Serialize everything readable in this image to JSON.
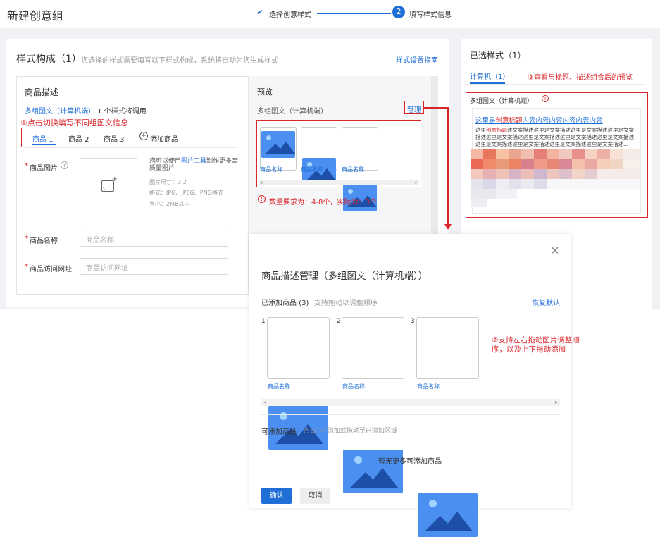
{
  "header": {
    "title": "新建创意组",
    "steps": [
      {
        "label": "选择创意样式",
        "state": "done"
      },
      {
        "label": "填写样式信息",
        "state": "active",
        "number": "2"
      }
    ]
  },
  "style_section": {
    "title": "样式构成（1）",
    "hint": "您选择的样式需要填写以下样式构成，系统将自动为您生成样式",
    "guide_link": "样式设置指南"
  },
  "desc_panel": {
    "title": "商品描述",
    "style_link": "多组图文（计算机端）",
    "style_suffix": "1 个样式将调用",
    "annotation": "①点击切换填写不同组图文信息",
    "tabs": [
      "商品 1",
      "商品 2",
      "商品 3"
    ],
    "add_label": "添加商品",
    "image_label": "商品图片",
    "image_tip_prefix": "您可以使用",
    "image_tip_link": "图片工具",
    "image_tip_suffix": "制作更多高质量图片",
    "image_size": "图片尺寸：3:2",
    "image_format": "格式：JPG、JPEG、PNG格式",
    "image_maxsize": "大小：2MB以内",
    "name_label": "商品名称",
    "name_placeholder": "商品名称",
    "url_label": "商品访问网址",
    "url_placeholder": "商品访问网址"
  },
  "preview_panel": {
    "title": "预览",
    "subtitle": "多组图文（计算机端）",
    "manage": "管理",
    "item_names": [
      "商品名称",
      "商品名称",
      "商品名称"
    ],
    "warning": "数量要求为：4-8个，实际为：3个"
  },
  "right_panel": {
    "title": "已选样式（1）",
    "tab": "计算机（1）",
    "annotation": "③查看与标题、描述组合后的预览",
    "card_title": "多组图文（计算机端）",
    "ad_title_pre": "这里是",
    "ad_title_red": "创意标题",
    "ad_title_post": "内容内容内容内容内容内容",
    "ad_desc_pre": "这里",
    "ad_desc_red": "创意标题",
    "ad_desc_post": "述文案描述这里是文案描述这里是文案描述这里是文案描述这里是文案描述这里是文案描述这里是文案描述这里是文案描述这里是文案描述这里是文案描述这里是文案描述这里是文案描述..."
  },
  "modal": {
    "title": "商品描述管理（多组图文（计算机端））",
    "added_label": "已添加商品 (3)",
    "added_hint": "支持拖动以调整顺序",
    "restore": "恢复默认",
    "items": [
      {
        "index": "1",
        "name": "商品名称"
      },
      {
        "index": "2",
        "name": "商品名称"
      },
      {
        "index": "3",
        "name": "商品名称"
      }
    ],
    "annotation": "②支持左右拖动图片调整顺序，以及上下拖动添加",
    "available_label": "可添加商品",
    "available_hint": "点击\"+\"添加或拖动至已添加区域",
    "empty": "暂无更多可添加商品",
    "confirm": "确认",
    "cancel": "取消"
  }
}
